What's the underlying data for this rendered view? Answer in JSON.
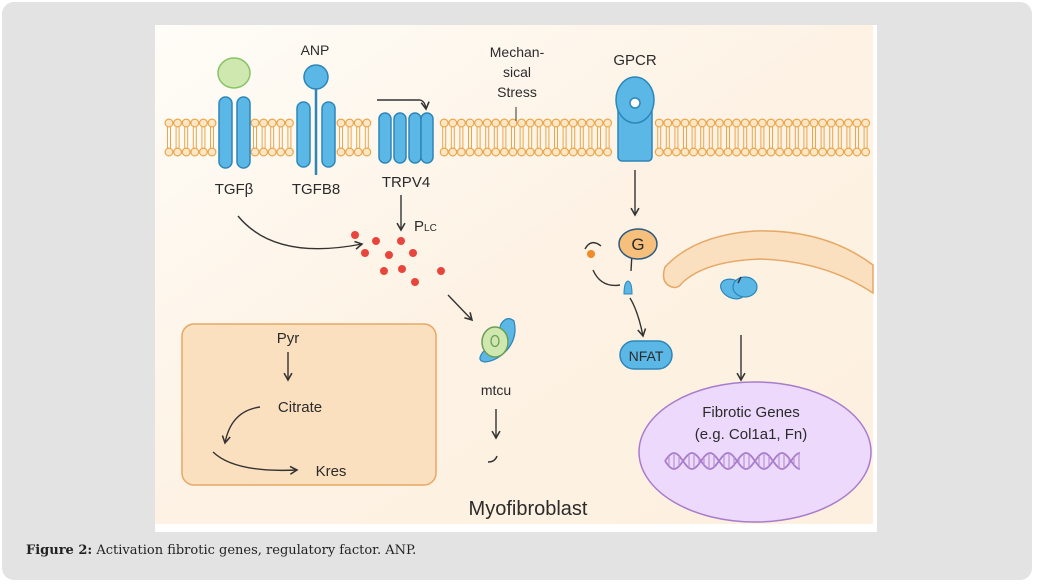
{
  "figure": {
    "labels": {
      "anp": "ANP",
      "mechanical_stress": [
        "Mechan-",
        "sical",
        "Stress"
      ],
      "gpcr": "GPCR",
      "tgfb": "TGFβ",
      "tgfb8": "TGFB8",
      "trpv4": "TRPV4",
      "plc_p": "P",
      "plc_lc": "LC",
      "g_protein": "G",
      "nfat": "NFAT",
      "pyr": "Pyr",
      "citrate": "Citrate",
      "kres": "Kres",
      "mtcu": "mtcu",
      "myofibroblast": "Myofibroblast",
      "fibrotic_genes": "Fibrotic Genes",
      "fibrotic_examples": "(e.g. Col1a1, Fn)"
    },
    "colors": {
      "cytoplasm": "#fdf1e2",
      "membrane": "#eaa64a",
      "receptor_blue": "#5bb8e6",
      "receptor_stroke": "#2d86b8",
      "ligand_green": "#cfe8b0",
      "calcium_red": "#e8463d",
      "g_protein": "#f6c07c",
      "nucleus": "#ecd9fb",
      "nucleus_stroke": "#a87ccb",
      "mito_box": "#fbe0c0",
      "mito_stroke": "#e6a866"
    }
  },
  "caption": {
    "prefix": "Figure 2:",
    "text": " Activation fibrotic genes, regulatory factor. ANP."
  }
}
